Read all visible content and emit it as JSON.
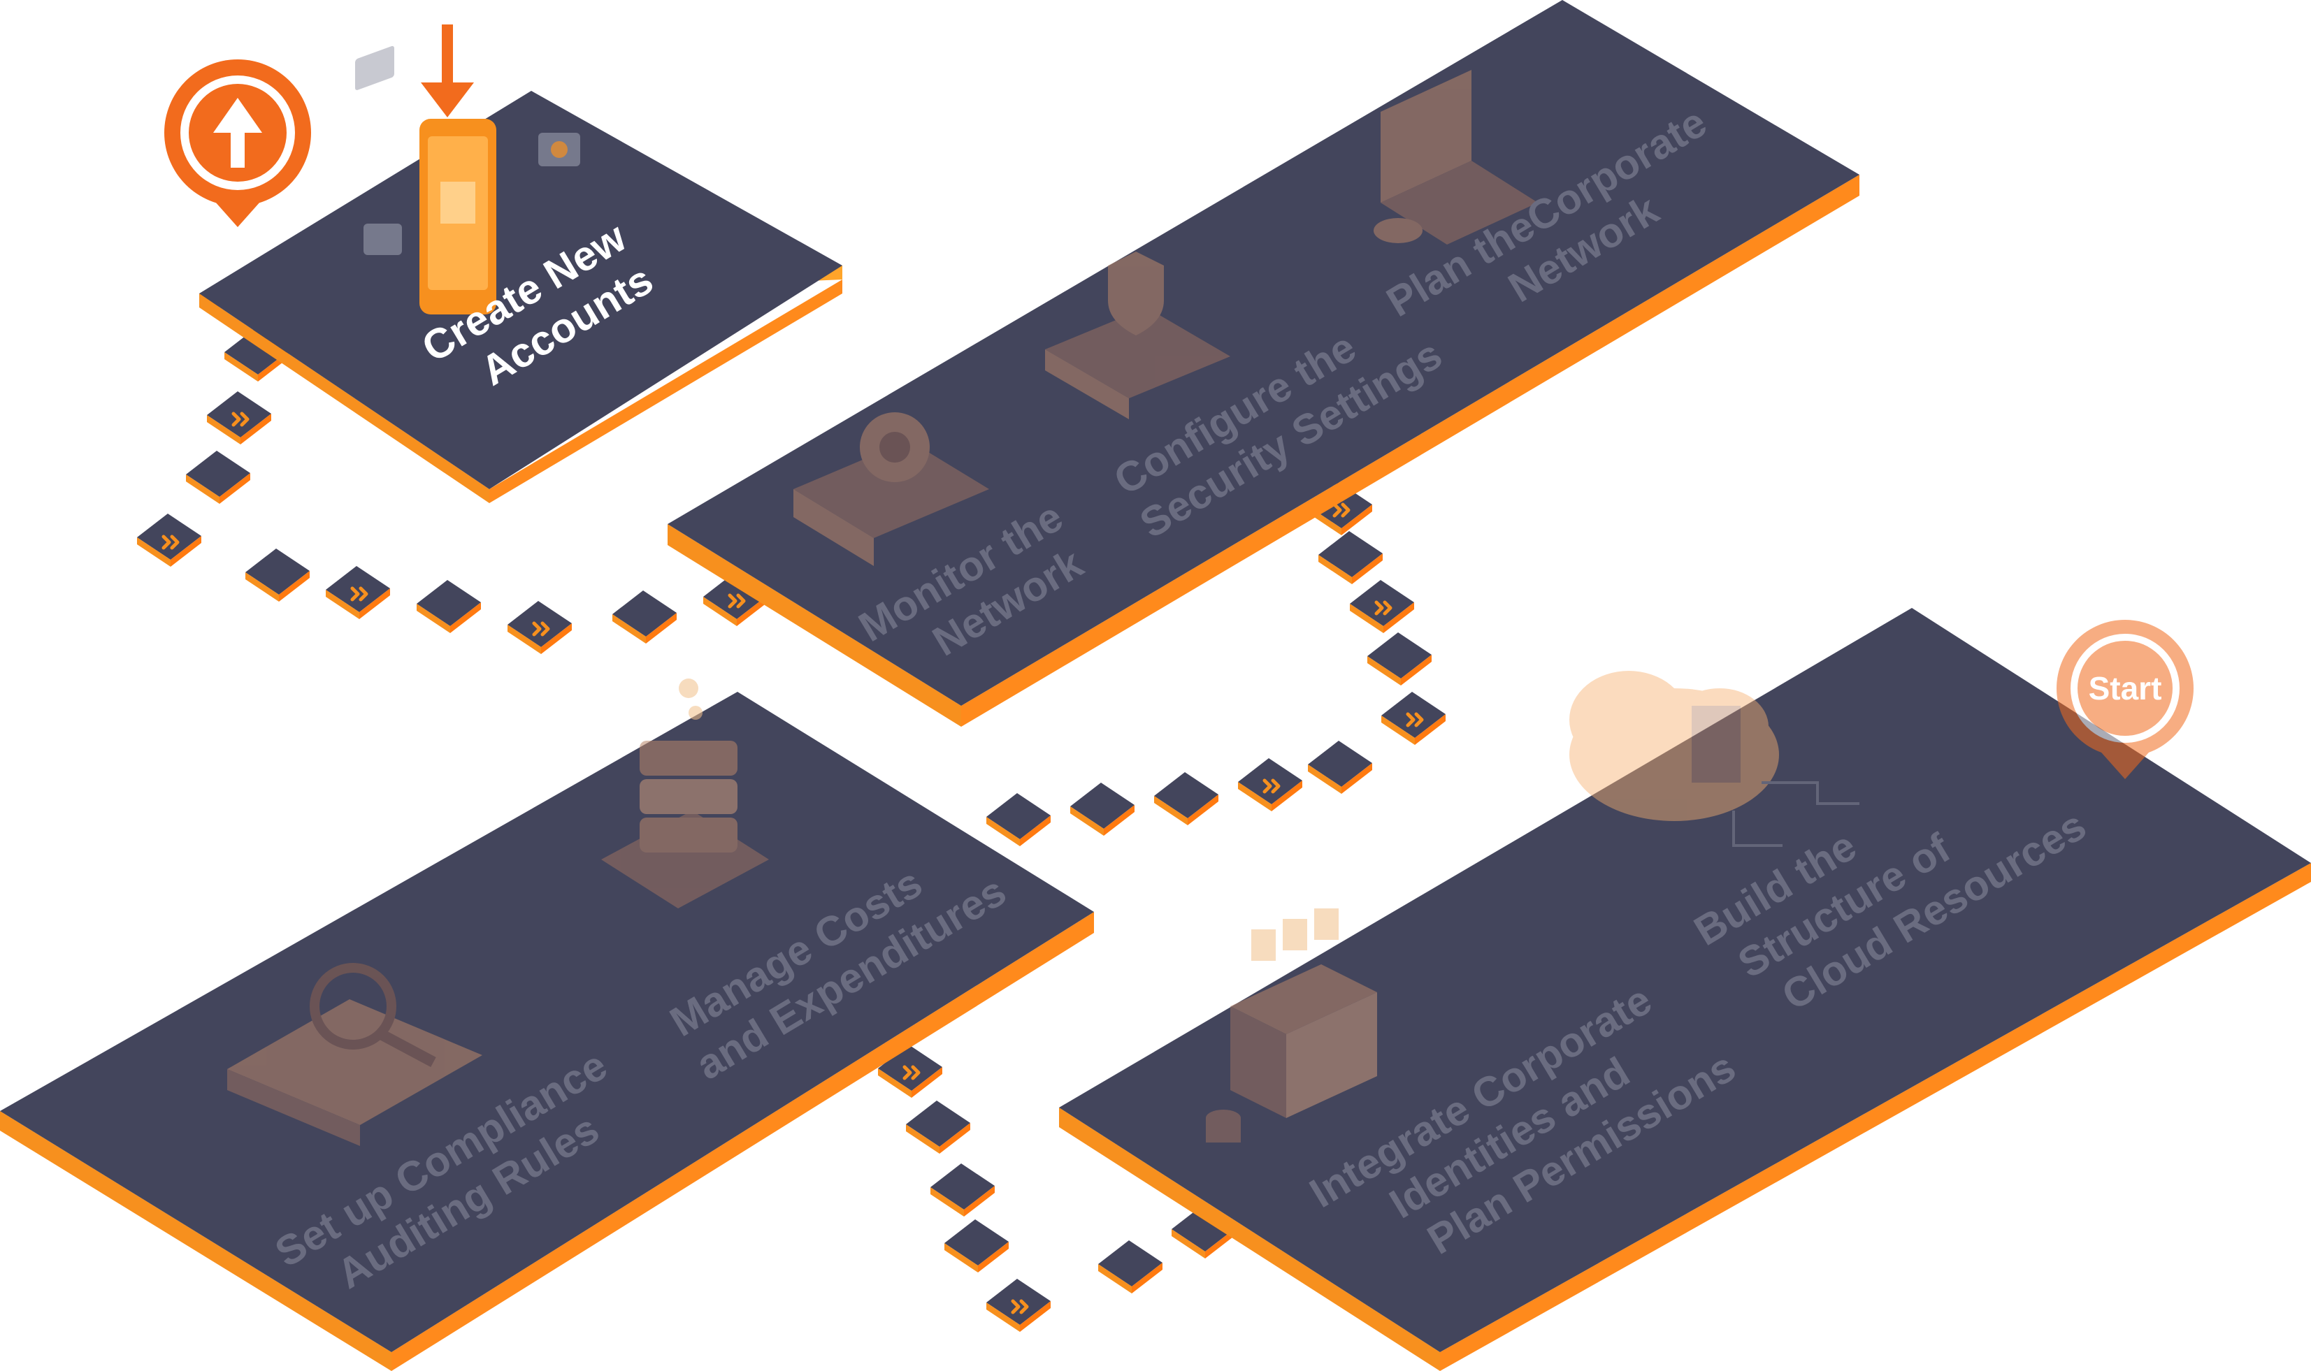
{
  "steps": {
    "start": {
      "badge": "Start"
    },
    "build_structure": {
      "line1": "Build the",
      "line2": "Structure of",
      "line3": "Cloud Resources"
    },
    "integrate_identities": {
      "line1": "Integrate Corporate",
      "line2": "Identities and",
      "line3": "Plan Permissions"
    },
    "manage_costs": {
      "line1": "Manage Costs",
      "line2": "and Expenditures"
    },
    "compliance": {
      "line1": "Set up Compliance",
      "line2": "Auditing Rules"
    },
    "monitor_network": {
      "line1": "Monitor the",
      "line2": "Network"
    },
    "configure_security": {
      "line1": "Configure the",
      "line2": "Security Settings"
    },
    "plan_network": {
      "line1": "Plan theCorporate",
      "line2": "Network"
    },
    "create_accounts": {
      "line1": "Create New",
      "line2": "Accounts"
    }
  },
  "colors": {
    "platform_top": "#43455c",
    "platform_edge": "#f7901e",
    "accent": "#f26b1d",
    "label_active": "#ffffff",
    "label_dim": "#6a6c80",
    "icon_faded": "#b9866a"
  },
  "icons": {
    "current_marker": "up-arrow-pin-icon",
    "pointer": "down-arrow-icon",
    "tile_marker": "double-chevron-icon"
  }
}
